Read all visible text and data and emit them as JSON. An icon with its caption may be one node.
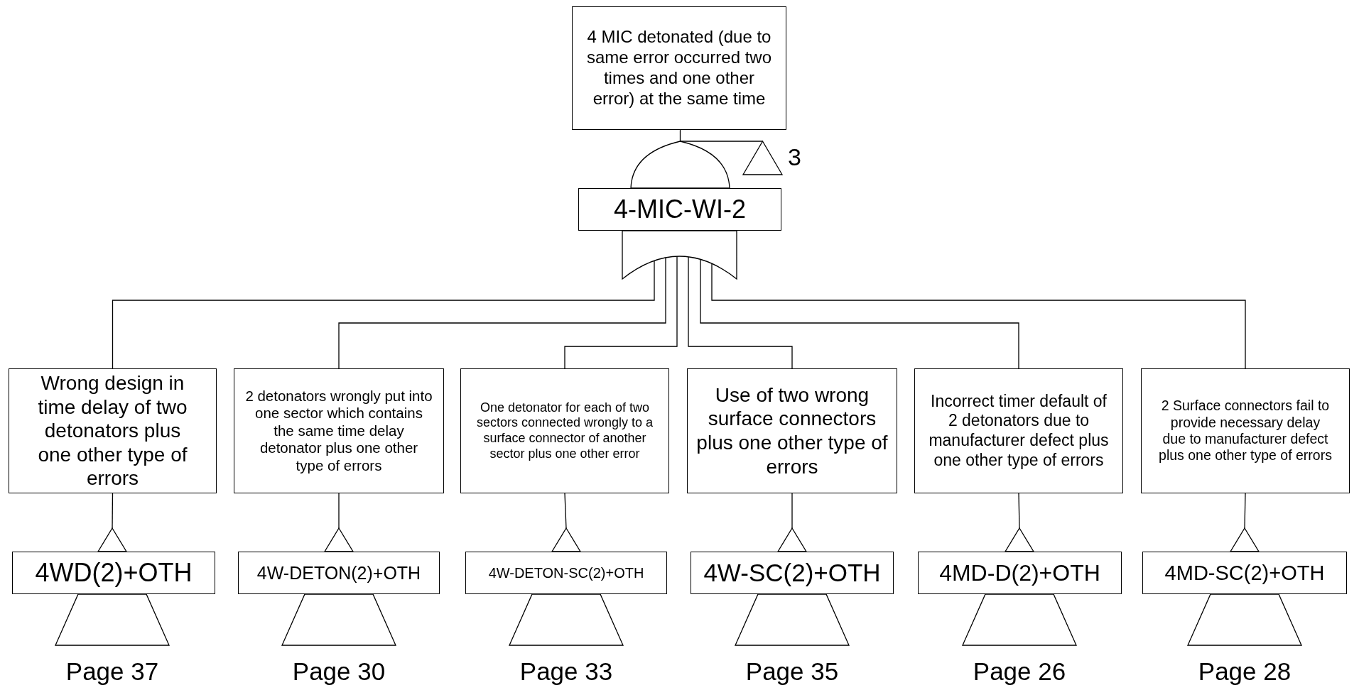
{
  "diagram": {
    "nodes": [
      {
        "text": [
          "4 MIC detonated (due to same error occurred two times and one other error) at the same time"
        ]
      },
      {
        "text": [],
        "shape": "and-gate"
      },
      {
        "text": [],
        "shape": "triangle",
        "beside": [
          "3"
        ]
      },
      {
        "text": [
          "4-MIC-WI-2"
        ]
      },
      {
        "text": [],
        "shape": "or-gate"
      },
      {
        "text": [
          "Wrong design in time delay of two detonators plus one other type of errors"
        ]
      },
      {
        "text": [
          "2 detonators wrongly put into one sector which contains the same time delay detonator plus one other type of errors"
        ]
      },
      {
        "text": [
          "One detonator for each of two sectors connected wrongly to a surface connector of another sector plus one other error"
        ]
      },
      {
        "text": [
          "Use of two wrong surface connectors plus one other type of errors"
        ]
      },
      {
        "text": [
          "Incorrect timer default of 2 detonators due to manufacturer defect plus one other type of errors"
        ]
      },
      {
        "text": [
          "2 Surface connectors fail to provide necessary delay due to manufacturer defect plus one other type of errors"
        ]
      },
      {
        "text": [],
        "shape": "triangle"
      },
      {
        "text": [],
        "shape": "triangle"
      },
      {
        "text": [],
        "shape": "triangle"
      },
      {
        "text": [],
        "shape": "triangle"
      },
      {
        "text": [],
        "shape": "triangle"
      },
      {
        "text": [],
        "shape": "triangle"
      },
      {
        "text": [
          "4WD(2)+OTH"
        ]
      },
      {
        "text": [
          "4W-DETON(2)+OTH"
        ]
      },
      {
        "text": [
          "4W-DETON-SC(2)+OTH"
        ]
      },
      {
        "text": [
          "4W-SC(2)+OTH"
        ]
      },
      {
        "text": [
          "4MD-D(2)+OTH"
        ]
      },
      {
        "text": [
          "4MD-SC(2)+OTH"
        ]
      },
      {
        "text": [],
        "shape": "triangle",
        "beside": [
          "Page 37"
        ]
      },
      {
        "text": [],
        "shape": "triangle",
        "beside": [
          "Page 30"
        ]
      },
      {
        "text": [],
        "shape": "triangle",
        "beside": [
          "Page 33"
        ]
      },
      {
        "text": [],
        "shape": "triangle",
        "beside": [
          "Page 35"
        ]
      },
      {
        "text": [],
        "shape": "triangle",
        "beside": [
          "Page 26"
        ]
      },
      {
        "text": [],
        "shape": "triangle",
        "beside": [
          "Page 28"
        ]
      }
    ],
    "edges": [
      {
        "from": 1,
        "to": 0,
        "arrow": "none"
      },
      {
        "from": 2,
        "to": 1,
        "arrow": "none"
      },
      {
        "from": 4,
        "to": 5,
        "arrow": "none"
      },
      {
        "from": 4,
        "to": 6,
        "arrow": "none"
      },
      {
        "from": 4,
        "to": 7,
        "arrow": "none"
      },
      {
        "from": 4,
        "to": 8,
        "arrow": "none"
      },
      {
        "from": 4,
        "to": 9,
        "arrow": "none"
      },
      {
        "from": 4,
        "to": 10,
        "arrow": "none"
      },
      {
        "from": 5,
        "to": 11,
        "arrow": "none"
      },
      {
        "from": 6,
        "to": 12,
        "arrow": "none"
      },
      {
        "from": 7,
        "to": 13,
        "arrow": "none"
      },
      {
        "from": 8,
        "to": 14,
        "arrow": "none"
      },
      {
        "from": 9,
        "to": 15,
        "arrow": "none"
      },
      {
        "from": 10,
        "to": 16,
        "arrow": "none"
      }
    ]
  }
}
